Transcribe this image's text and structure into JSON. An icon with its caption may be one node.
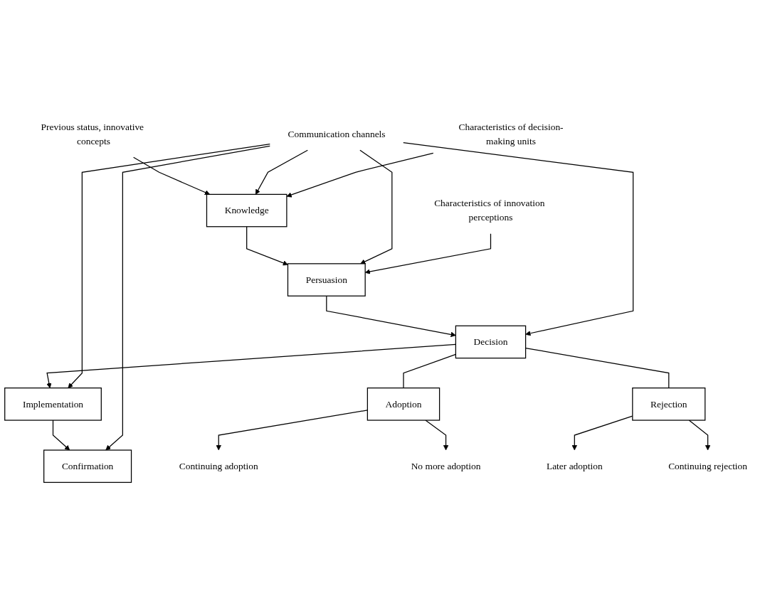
{
  "diagram": {
    "nodes": [
      {
        "text": [
          "Previous status, innovative concepts"
        ]
      },
      {
        "text": [
          "Knowledge"
        ]
      },
      {
        "text": [
          "Persuasion"
        ]
      },
      {
        "text": [
          "Decision"
        ]
      },
      {
        "text": [
          "Implementation"
        ]
      },
      {
        "text": [
          "Confirmation"
        ]
      },
      {
        "text": [
          "Communication channels"
        ]
      },
      {
        "text": [
          "Characteristics of decision-making units"
        ]
      },
      {
        "text": [
          "Characteristics of innovation perceptions"
        ]
      },
      {
        "text": [
          "Adoption"
        ]
      },
      {
        "text": [
          "Rejection"
        ]
      },
      {
        "text": [
          "Continuing adoption"
        ]
      },
      {
        "text": [
          "Later adoption"
        ]
      },
      {
        "text": [
          "No more adoption"
        ]
      },
      {
        "text": [
          "Continuing rejection"
        ]
      }
    ],
    "edges": [
      {
        "from": 0,
        "to": 1,
        "arrow": "to"
      },
      {
        "from": 1,
        "to": 2,
        "arrow": "to"
      },
      {
        "from": 2,
        "to": 3,
        "arrow": "to"
      },
      {
        "from": 3,
        "to": 4,
        "arrow": "to"
      },
      {
        "from": 4,
        "to": 5,
        "arrow": "to"
      },
      {
        "from": 6,
        "to": 1,
        "arrow": "to"
      },
      {
        "from": 6,
        "to": 2,
        "arrow": "to"
      },
      {
        "from": 6,
        "to": 3,
        "arrow": "to"
      },
      {
        "from": 6,
        "to": 4,
        "arrow": "to"
      },
      {
        "from": 6,
        "to": 5,
        "arrow": "to"
      },
      {
        "from": 7,
        "to": 1,
        "arrow": "to"
      },
      {
        "from": 8,
        "to": 2,
        "arrow": "to"
      },
      {
        "from": 3,
        "to": 9,
        "arrow": "none"
      },
      {
        "from": 3,
        "to": 10,
        "arrow": "none"
      },
      {
        "from": 9,
        "to": 11,
        "arrow": "to"
      },
      {
        "from": 9,
        "to": 13,
        "arrow": "to"
      },
      {
        "from": 10,
        "to": 12,
        "arrow": "to"
      },
      {
        "from": 10,
        "to": 14,
        "arrow": "to"
      }
    ]
  }
}
